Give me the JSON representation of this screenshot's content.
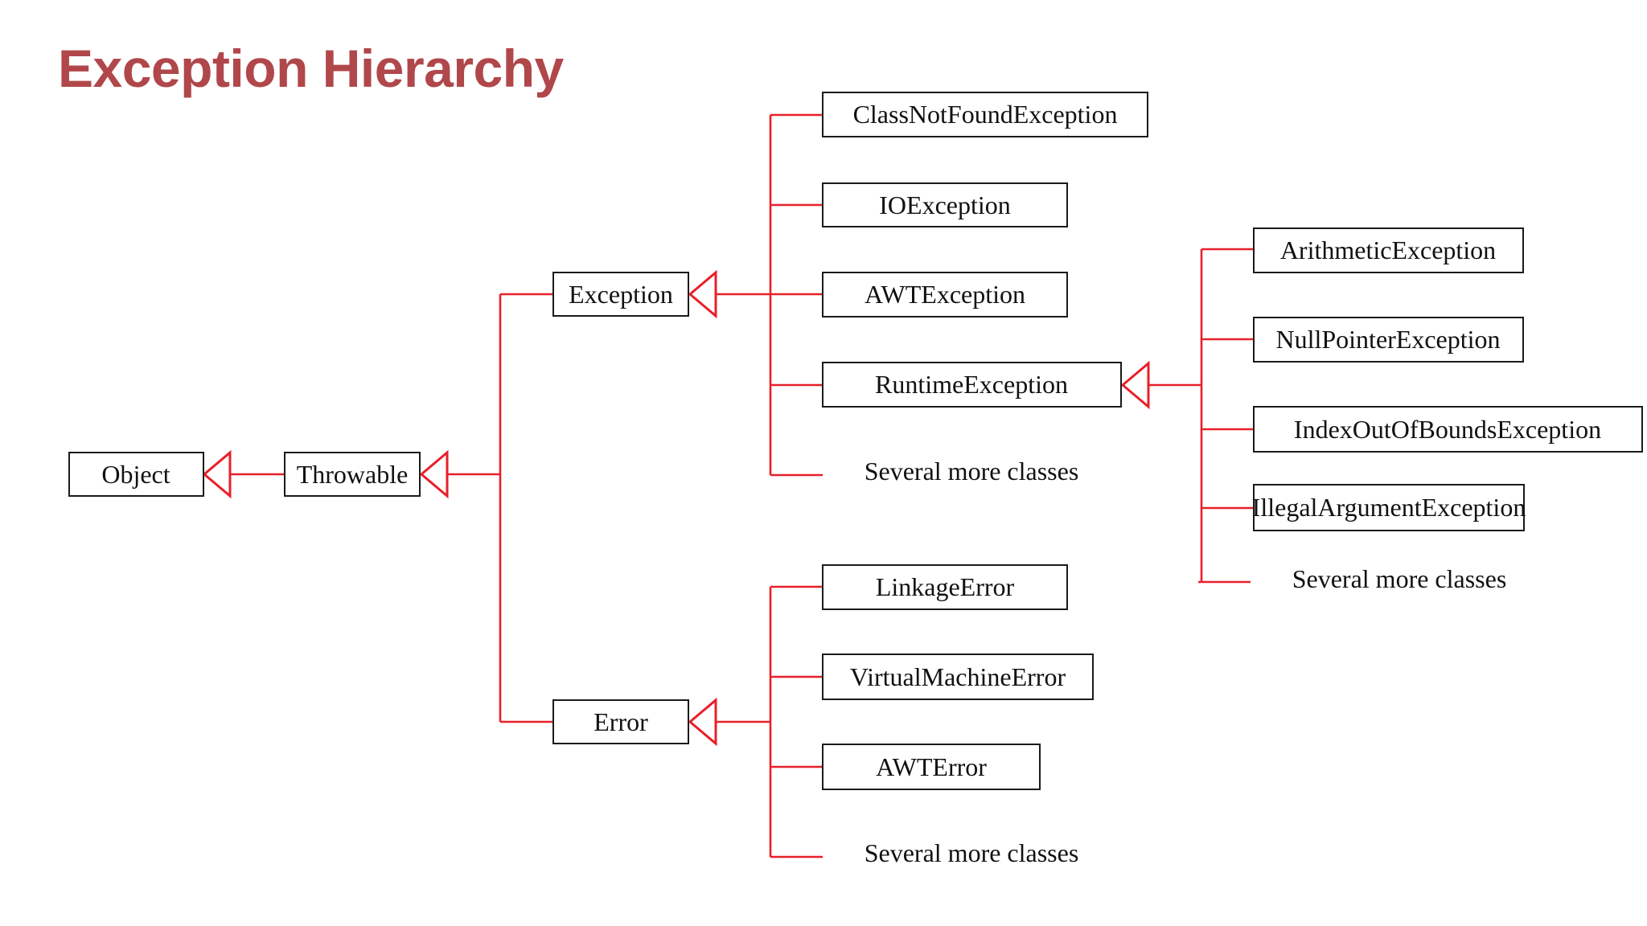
{
  "title": "Exception Hierarchy",
  "colors": {
    "title": "#b0474a",
    "connector": "#e8202a",
    "box_border": "#1a1a1a",
    "text": "#111111"
  },
  "nodes": {
    "object": "Object",
    "throwable": "Throwable",
    "exception": "Exception",
    "error": "Error",
    "class_not_found_exception": "ClassNotFoundException",
    "io_exception": "IOException",
    "awt_exception": "AWTException",
    "runtime_exception": "RuntimeException",
    "exception_more": "Several more classes",
    "arithmetic_exception": "ArithmeticException",
    "null_pointer_exception": "NullPointerException",
    "index_out_of_bounds_exception": "IndexOutOfBoundsException",
    "illegal_argument_exception": "IllegalArgumentException",
    "runtime_more": "Several more classes",
    "linkage_error": "LinkageError",
    "virtual_machine_error": "VirtualMachineError",
    "awt_error": "AWTError",
    "error_more": "Several more classes"
  }
}
